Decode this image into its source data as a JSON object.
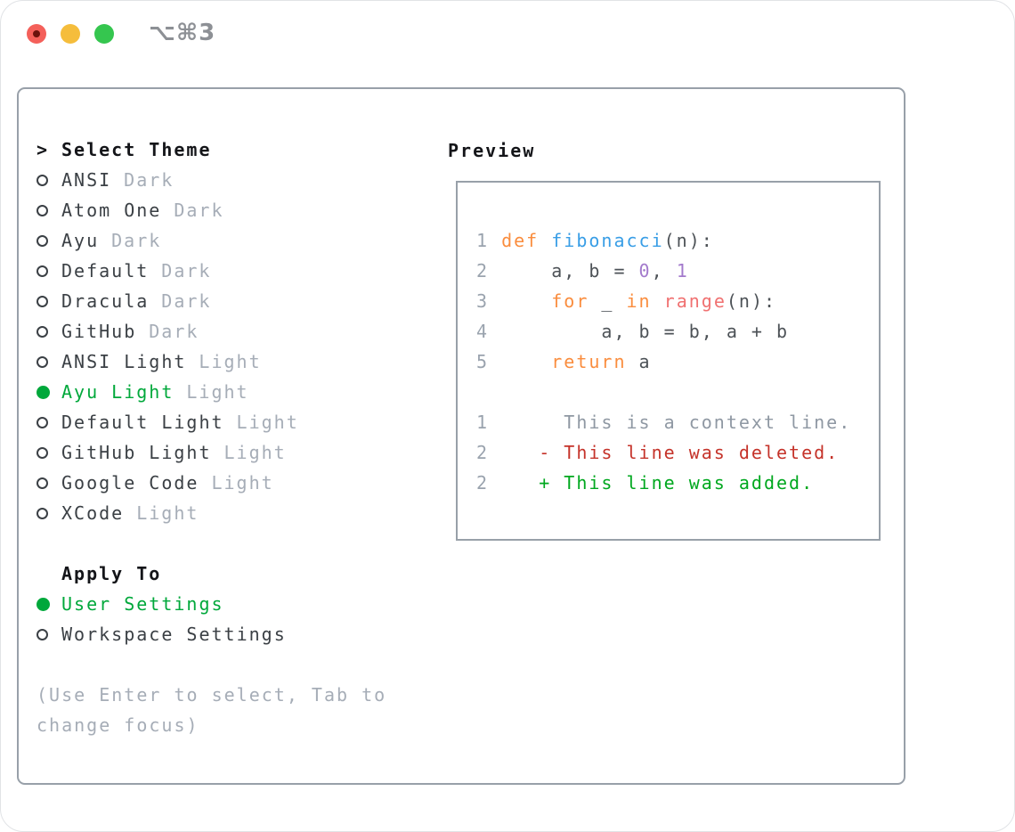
{
  "titlebar": {
    "title": "⌥⌘3",
    "buttons": [
      "close",
      "minimize",
      "zoom"
    ]
  },
  "colors": {
    "accent_green": "#00a83b",
    "panel_border": "#98a0a9",
    "muted": "#a6adb7",
    "keyword_orange": "#fa8d3e",
    "function_blue": "#399ee6",
    "number_purple": "#a37acc",
    "builtin_coral": "#f07171",
    "diff_deleted_red": "#c5332a",
    "diff_added_green": "#00a81f"
  },
  "theme_list": {
    "header": "Select Theme",
    "items": [
      {
        "name": "ANSI",
        "variant": "Dark",
        "selected": false
      },
      {
        "name": "Atom One",
        "variant": "Dark",
        "selected": false
      },
      {
        "name": "Ayu",
        "variant": "Dark",
        "selected": false
      },
      {
        "name": "Default",
        "variant": "Dark",
        "selected": false
      },
      {
        "name": "Dracula",
        "variant": "Dark",
        "selected": false
      },
      {
        "name": "GitHub",
        "variant": "Dark",
        "selected": false
      },
      {
        "name": "ANSI Light",
        "variant": "Light",
        "selected": false
      },
      {
        "name": "Ayu Light",
        "variant": "Light",
        "selected": true
      },
      {
        "name": "Default Light",
        "variant": "Light",
        "selected": false
      },
      {
        "name": "GitHub Light",
        "variant": "Light",
        "selected": false
      },
      {
        "name": "Google Code",
        "variant": "Light",
        "selected": false
      },
      {
        "name": "XCode",
        "variant": "Light",
        "selected": false
      }
    ]
  },
  "apply_to": {
    "header": "Apply To",
    "options": [
      {
        "label": "User Settings",
        "selected": true
      },
      {
        "label": "Workspace Settings",
        "selected": false
      }
    ]
  },
  "hint_lines": [
    "(Use Enter to select, Tab to",
    "change focus)"
  ],
  "preview": {
    "header": "Preview",
    "lines": [
      {
        "num": "1",
        "tokens": [
          {
            "t": "def",
            "c": "kw"
          },
          {
            "t": " ",
            "c": "plain"
          },
          {
            "t": "fibonacci",
            "c": "fn"
          },
          {
            "t": "(n):",
            "c": "plain"
          }
        ]
      },
      {
        "num": "2",
        "tokens": [
          {
            "t": "    a, b = ",
            "c": "plain"
          },
          {
            "t": "0",
            "c": "num"
          },
          {
            "t": ", ",
            "c": "plain"
          },
          {
            "t": "1",
            "c": "num"
          }
        ]
      },
      {
        "num": "3",
        "tokens": [
          {
            "t": "    ",
            "c": "plain"
          },
          {
            "t": "for",
            "c": "kw"
          },
          {
            "t": " _ ",
            "c": "plain"
          },
          {
            "t": "in",
            "c": "kw"
          },
          {
            "t": " ",
            "c": "plain"
          },
          {
            "t": "range",
            "c": "builtin"
          },
          {
            "t": "(n):",
            "c": "plain"
          }
        ]
      },
      {
        "num": "4",
        "tokens": [
          {
            "t": "        a, b = b, a + b",
            "c": "plain"
          }
        ]
      },
      {
        "num": "5",
        "tokens": [
          {
            "t": "    ",
            "c": "plain"
          },
          {
            "t": "return",
            "c": "kw"
          },
          {
            "t": " a",
            "c": "plain"
          }
        ]
      },
      {
        "num": "",
        "tokens": []
      },
      {
        "num": "1",
        "tokens": [
          {
            "t": "     This is a context line.",
            "c": "ctx"
          }
        ]
      },
      {
        "num": "2",
        "tokens": [
          {
            "t": "   - This line was deleted.",
            "c": "del"
          }
        ]
      },
      {
        "num": "2",
        "tokens": [
          {
            "t": "   + This line was added.",
            "c": "add"
          }
        ]
      }
    ]
  }
}
